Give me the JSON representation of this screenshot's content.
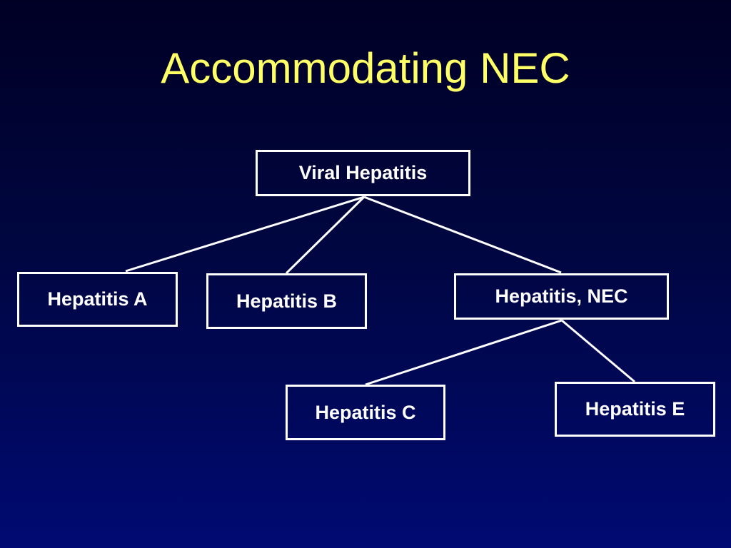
{
  "slide": {
    "title": "Accommodating NEC"
  },
  "colors": {
    "background_top": "#000025",
    "background_bottom": "#000a72",
    "title": "#ffff66",
    "node_text": "#ffffff",
    "node_border": "#ffffff",
    "connector": "#ffffff"
  },
  "hierarchy": {
    "root": "Viral Hepatitis",
    "level_1": [
      "Hepatitis A",
      "Hepatitis B",
      "Hepatitis, NEC"
    ],
    "nec_children": [
      "Hepatitis C",
      "Hepatitis E"
    ]
  },
  "edges": [
    {
      "from": "Viral Hepatitis",
      "to": "Hepatitis A"
    },
    {
      "from": "Viral Hepatitis",
      "to": "Hepatitis B"
    },
    {
      "from": "Viral Hepatitis",
      "to": "Hepatitis, NEC"
    },
    {
      "from": "Hepatitis, NEC",
      "to": "Hepatitis C"
    },
    {
      "from": "Hepatitis, NEC",
      "to": "Hepatitis E"
    }
  ]
}
